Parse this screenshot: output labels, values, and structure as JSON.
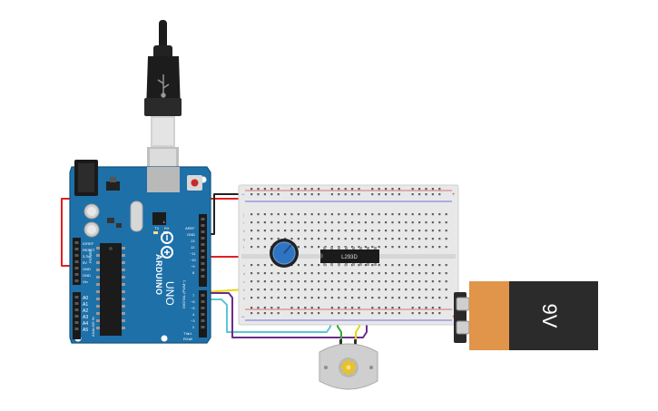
{
  "arduino": {
    "brand": "ARDUINO",
    "model": "UNO",
    "power_pins": [
      "IOREF",
      "RESET",
      "3.3V",
      "5V",
      "GND",
      "GND",
      "Vin"
    ],
    "analog_pins": [
      "A0",
      "A1",
      "A2",
      "A3",
      "A4",
      "A5"
    ],
    "power_label": "POWER",
    "analog_label": "ANALOG IN",
    "digital_label": "DIGITAL (PWM~)",
    "digital_pins": [
      "AREF",
      "GND",
      "13",
      "12",
      "~11",
      "~10",
      "~9",
      "8",
      "7",
      "~6",
      "~5",
      "4",
      "~3",
      "2",
      "TX▸1",
      "RX◂0"
    ],
    "tx_label": "TX",
    "rx_label": "RX",
    "led_label": "L",
    "colors": {
      "board": "#1e70a8",
      "header": "#1a1a1a"
    }
  },
  "usb_cable": {
    "icon": "usb-icon"
  },
  "breadboard": {
    "row_letters_top": [
      "j",
      "i",
      "h",
      "g",
      "f"
    ],
    "row_letters_bottom": [
      "e",
      "d",
      "c",
      "b",
      "a"
    ],
    "rail_plus": "+",
    "rail_minus": "−"
  },
  "ic": {
    "label": "L293D"
  },
  "battery": {
    "label": "9V",
    "colors": {
      "body": "#2b2b2b",
      "label": "#e0954a"
    }
  },
  "potentiometer": {
    "knob_color": "#2f74c0"
  },
  "motor": {
    "icon": "gear-icon"
  },
  "wire_colors": {
    "red": "#e02020",
    "black": "#222222",
    "yellow": "#e8d60c",
    "green": "#2eaa2e",
    "cyan": "#5cc6d8",
    "purple": "#6a2d8c"
  }
}
